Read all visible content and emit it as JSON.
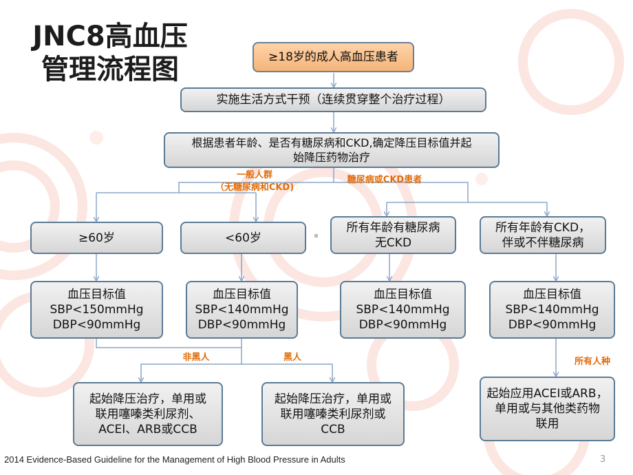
{
  "title": {
    "line1": "JNC8高血压",
    "line2": "管理流程图"
  },
  "boxes": {
    "start": "≥18岁的成人高血压患者",
    "lifestyle": "实施生活方式干预（连续贯穿整个治疗过程）",
    "assess_line1": "根据患者年龄、是否有糖尿病和CKD,确定降压目标值并起",
    "assess_line2": "始降压药物治疗",
    "age60plus": "≥60岁",
    "age60minus": "<60岁",
    "diabetes_line1": "所有年龄有糖尿病",
    "diabetes_line2": "无CKD",
    "ckd_line1": "所有年龄有CKD，",
    "ckd_line2": "伴或不伴糖尿病",
    "target1": [
      "血压目标值",
      "SBP<150mmHg",
      "DBP<90mmHg"
    ],
    "target2": [
      "血压目标值",
      "SBP<140mmHg",
      "DBP<90mmHg"
    ],
    "target3": [
      "血压目标值",
      "SBP<140mmHg",
      "DBP<90mmHg"
    ],
    "target4": [
      "血压目标值",
      "SBP<140mmHg",
      "DBP<90mmHg"
    ],
    "treat1": [
      "起始降压治疗，单用或",
      "联用噻嗪类利尿剂、",
      "ACEI、ARB或CCB"
    ],
    "treat2": [
      "起始降压治疗，单用或",
      "联用噻嗪类利尿剂或",
      "CCB"
    ],
    "treat3": [
      "起始应用ACEI或ARB，",
      "单用或与其他类药物",
      "联用"
    ]
  },
  "labels": {
    "general_line1": "一般人群",
    "general_line2": "（无糖尿病和CKD)",
    "diabetes_ckd": "糖尿病或CKD患者",
    "non_black": "非黑人",
    "black": "黑人",
    "all_races": "所有人种"
  },
  "footer": "2014 Evidence-Based Guideline for the Management of High Blood Pressure in Adults",
  "page_number": "3",
  "colors": {
    "accent_orange": "#e06d0c",
    "box_border": "#5a7a95",
    "connector": "#8aa5c6",
    "start_fill": "#f5b47a"
  }
}
